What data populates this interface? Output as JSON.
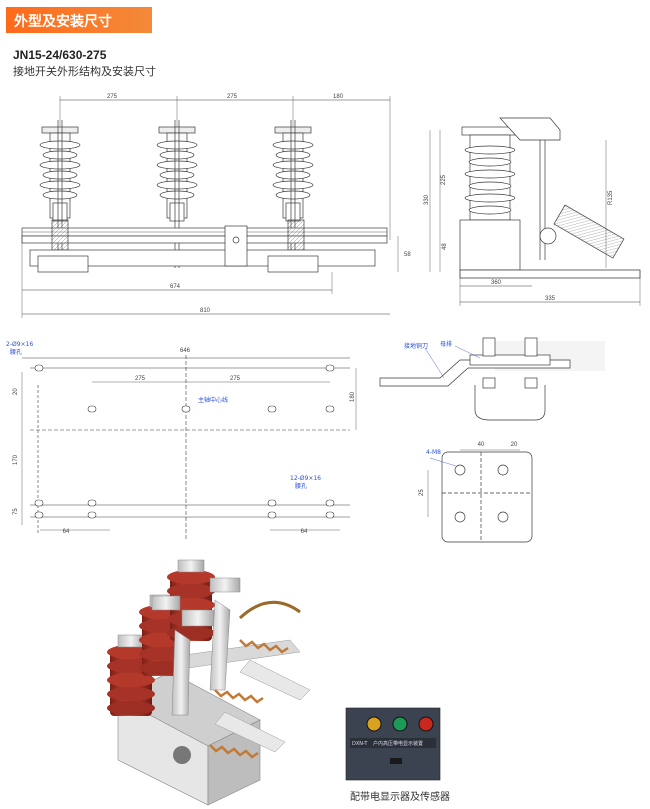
{
  "header": {
    "title": "外型及安装尺寸",
    "color": "#f36a1e"
  },
  "model": "JN15-24/630-275",
  "subtitle": "接地开关外形结构及安装尺寸",
  "front_view": {
    "dims": [
      "275",
      "275",
      "180",
      "674",
      "810",
      "58"
    ]
  },
  "side_view": {
    "dims": [
      "225",
      "330",
      "48",
      "R135",
      "360",
      "335"
    ]
  },
  "bottom_view": {
    "dims": [
      "646",
      "275",
      "275",
      "20",
      "170",
      "75",
      "180",
      "64",
      "64"
    ],
    "labels": {
      "holes_left": "2-Ø9×16",
      "holes_left_note": "腰孔",
      "axis_center": "主轴中心线",
      "holes_right": "12-Ø9×16",
      "holes_right_note": "腰孔"
    }
  },
  "detail_view": {
    "labels": {
      "left": "接地铜刀",
      "right": "母排"
    }
  },
  "hole_view": {
    "dims": [
      "4-M8",
      "40",
      "20",
      "25"
    ]
  },
  "indicator_panel": {
    "title": "DXN-T",
    "subtitle": "户内高压带电显示装置"
  },
  "photo_caption": "配带电显示器及传感器",
  "colors": {
    "insulator": "#b5392b",
    "spring": "#c07a3a",
    "line": "#3a3a3a",
    "blue_text": "#2a4fd8"
  }
}
